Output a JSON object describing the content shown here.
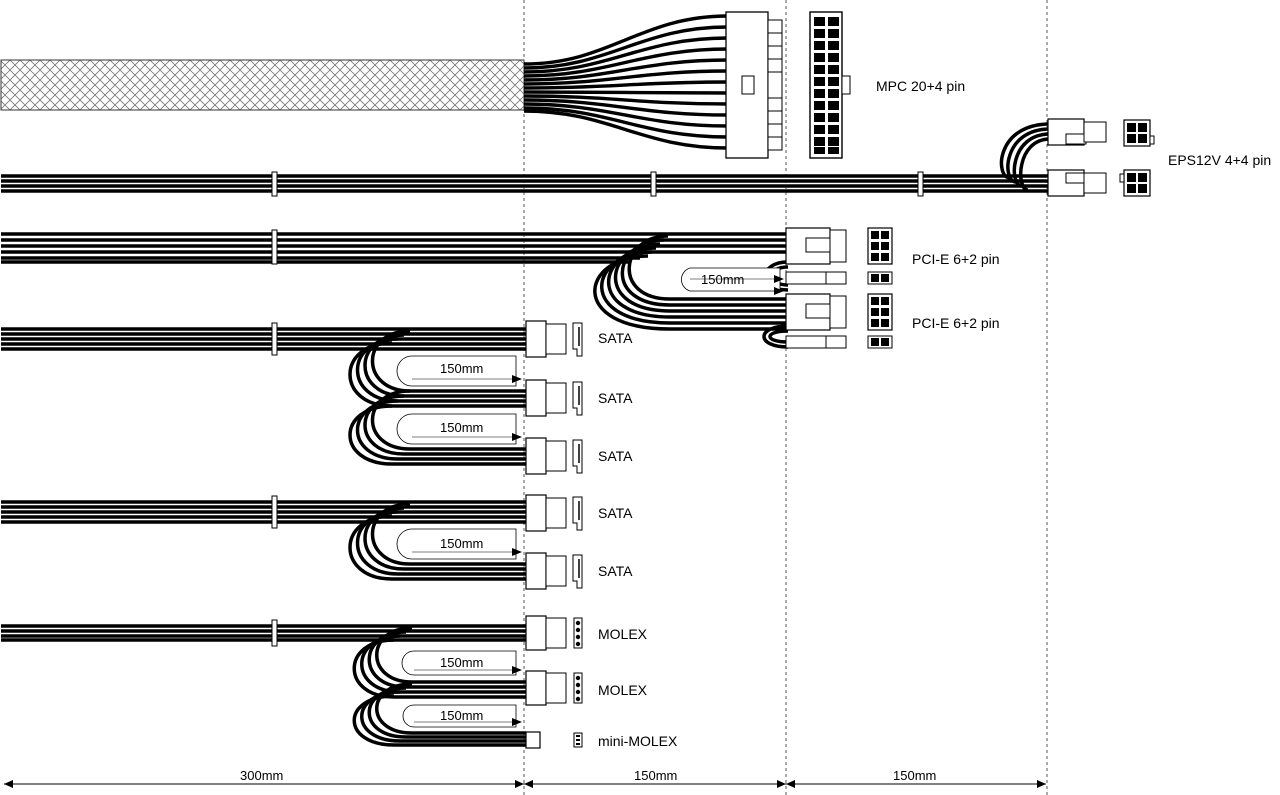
{
  "connectors": {
    "mpc": "MPC 20+4 pin",
    "eps": "EPS12V 4+4 pin",
    "pcie_1": "PCI-E 6+2 pin",
    "pcie_2": "PCI-E 6+2 pin",
    "sata_1": "SATA",
    "sata_2": "SATA",
    "sata_3": "SATA",
    "sata_4": "SATA",
    "sata_5": "SATA",
    "molex_1": "MOLEX",
    "molex_2": "MOLEX",
    "mini_molex": "mini-MOLEX"
  },
  "segments": {
    "pcie": "150mm",
    "sata_a": "150mm",
    "sata_b": "150mm",
    "sata_c": "150mm",
    "molex_a": "150mm",
    "molex_b": "150mm"
  },
  "dimensions": {
    "first": "300mm",
    "second": "150mm",
    "third": "150mm"
  },
  "colors": {
    "cable": "#000000",
    "sleeve_fill": "#f4f4f4",
    "guide_line": "#555555"
  }
}
